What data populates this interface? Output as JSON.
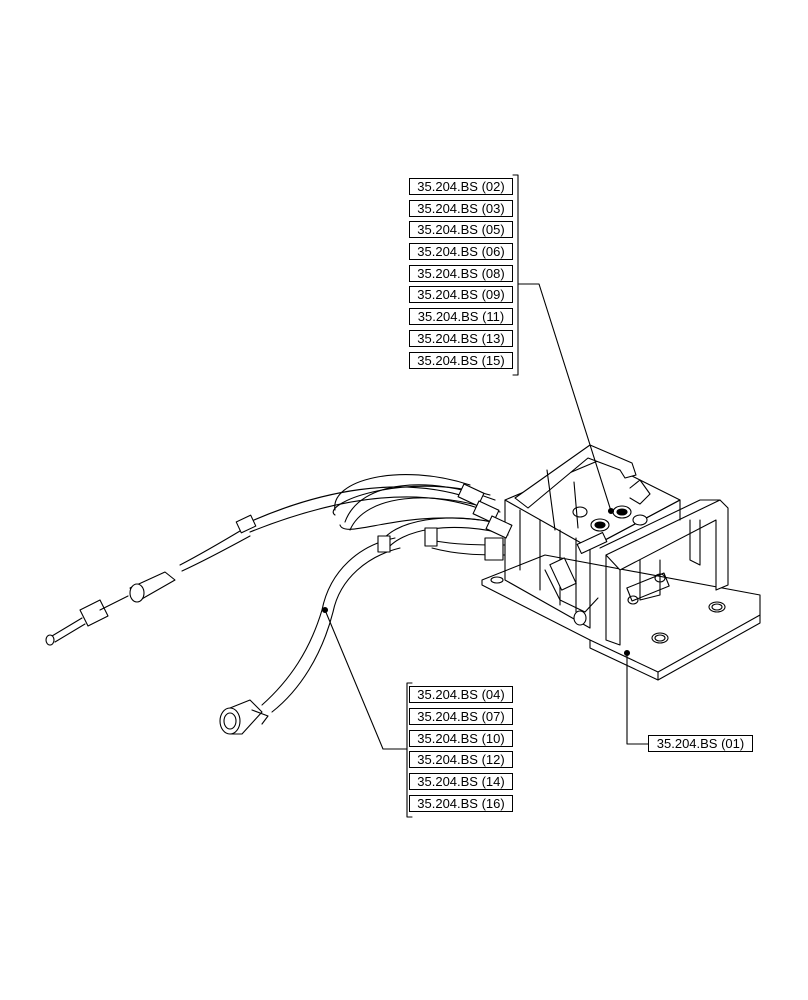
{
  "callout_groups": {
    "upper": [
      "35.204.BS (02)",
      "35.204.BS (03)",
      "35.204.BS (05)",
      "35.204.BS (06)",
      "35.204.BS (08)",
      "35.204.BS (09)",
      "35.204.BS (11)",
      "35.204.BS (13)",
      "35.204.BS (15)"
    ],
    "lower": [
      "35.204.BS (04)",
      "35.204.BS (07)",
      "35.204.BS (10)",
      "35.204.BS (12)",
      "35.204.BS (14)",
      "35.204.BS (16)"
    ],
    "single": "35.204.BS (01)"
  },
  "colors": {
    "line": "#000000",
    "background": "#ffffff"
  }
}
